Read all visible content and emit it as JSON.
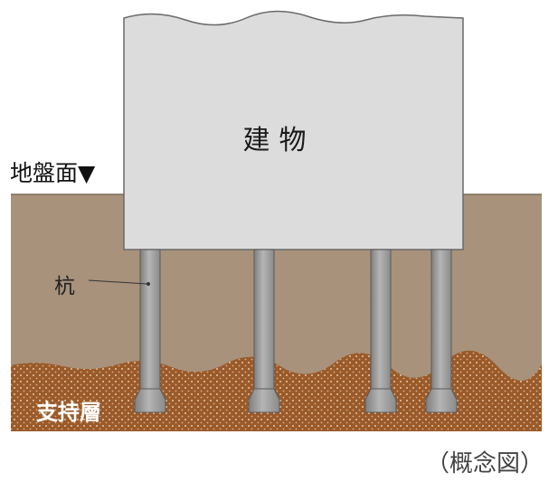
{
  "labels": {
    "building": "建物",
    "ground_surface": "地盤面▼",
    "pile": "杭",
    "bearing_stratum": "支持層",
    "caption": "（概念図）"
  },
  "colors": {
    "soil": "#a8927b",
    "bearing_layer": "#9a5a2a",
    "building": "#dcdcdc",
    "pile": "#9c9c9c"
  },
  "pile_count": 4
}
